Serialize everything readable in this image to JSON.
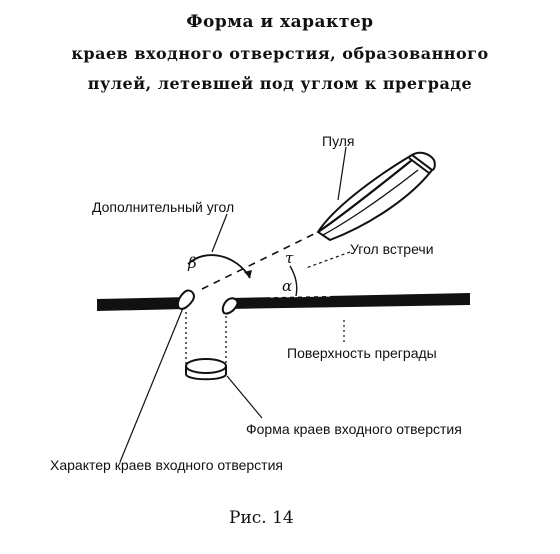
{
  "title": {
    "line1": "Форма и характер",
    "line2": "краев входного отверстия, образованного",
    "line3": "пулей, летевшей под углом к преграде"
  },
  "labels": {
    "bullet": "Пуля",
    "additional_angle": "Дополнительный угол",
    "meeting_angle": "Угол встречи",
    "surface": "Поверхность преграды",
    "edge_shape": "Форма краев входного отверстия",
    "edge_character": "Характер краев входного отверстия"
  },
  "symbols": {
    "beta": "β",
    "tau": "τ",
    "alpha": "α"
  },
  "caption": "Рис. 14",
  "colors": {
    "ink": "#111111",
    "background": "#ffffff"
  }
}
